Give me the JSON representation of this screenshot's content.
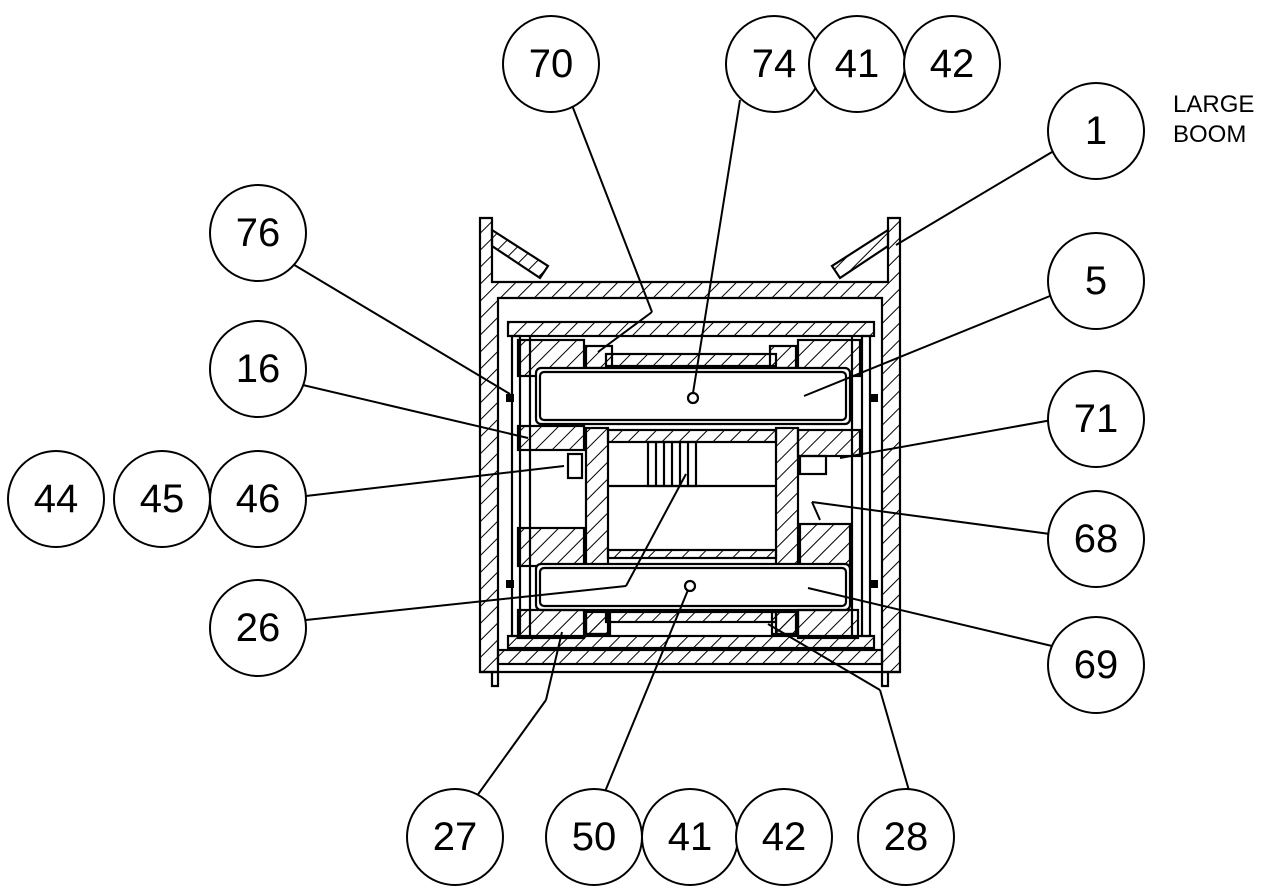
{
  "diagram": {
    "note": [
      "LARGE",
      "BOOM"
    ],
    "callouts": [
      "70",
      "74",
      "41",
      "42",
      "1",
      "76",
      "5",
      "16",
      "71",
      "44",
      "45",
      "46",
      "68",
      "26",
      "69",
      "27",
      "50",
      "41",
      "42",
      "28"
    ]
  }
}
